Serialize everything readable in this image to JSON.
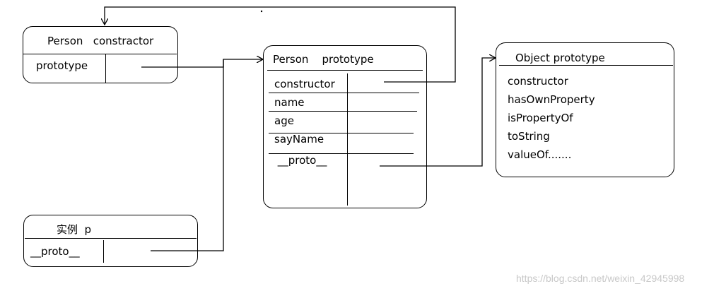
{
  "person_constructor": {
    "title": "Person   constractor",
    "slot": "prototype"
  },
  "person_prototype": {
    "title": "Person    prototype",
    "slots": [
      "constructor",
      "name",
      "age",
      "sayName",
      " __proto__"
    ]
  },
  "object_prototype": {
    "title": "Object prototype",
    "members": [
      "constructor",
      "hasOwnProperty",
      "isPropertyOf",
      "toString",
      "valueOf......."
    ]
  },
  "instance": {
    "title": "实例  p",
    "slot": "__proto__"
  },
  "watermark": "https://blog.csdn.net/weixin_42945998"
}
